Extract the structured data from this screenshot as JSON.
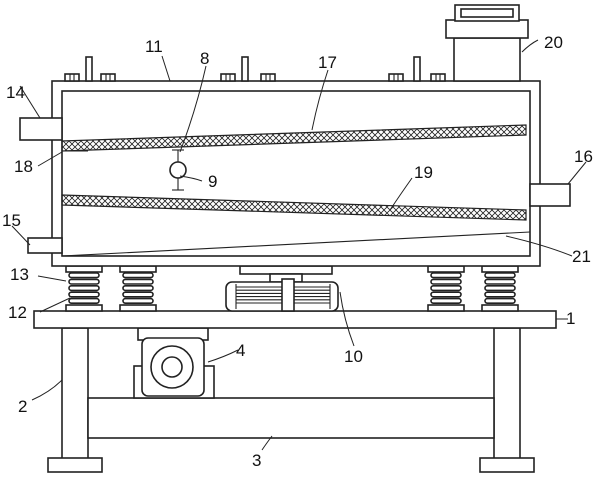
{
  "labels": {
    "n1": "1",
    "n2": "2",
    "n3": "3",
    "n4": "4",
    "n8": "8",
    "n9": "9",
    "n10": "10",
    "n11": "11",
    "n12": "12",
    "n13": "13",
    "n14": "14",
    "n15": "15",
    "n16": "16",
    "n17": "17",
    "n18": "18",
    "n19": "19",
    "n20": "20",
    "n21": "21"
  }
}
